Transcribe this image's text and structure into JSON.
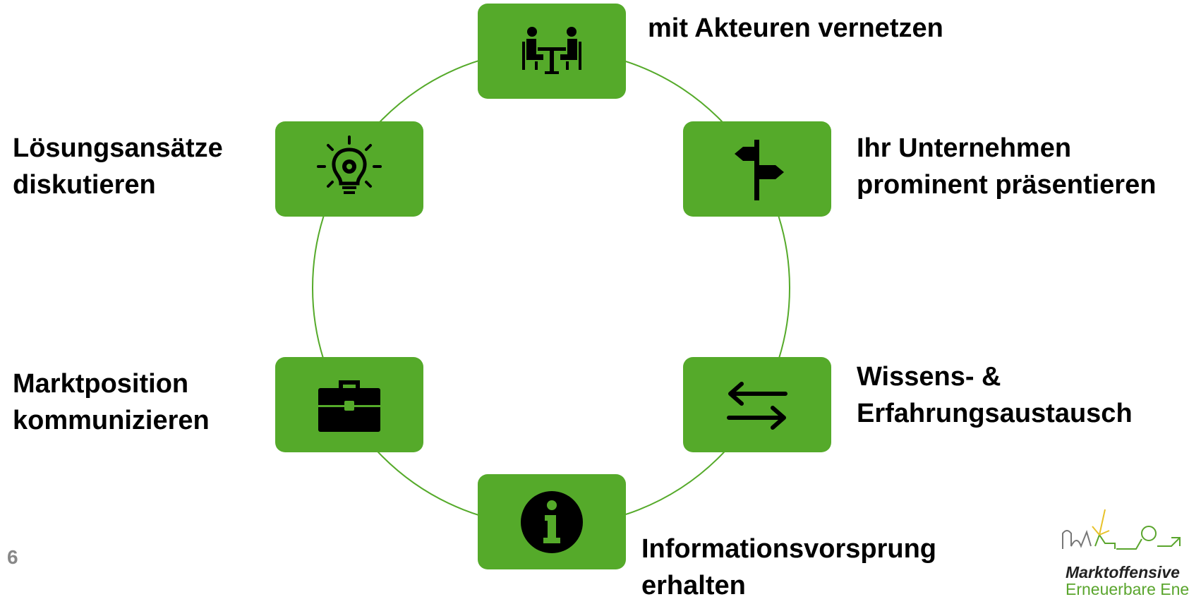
{
  "nodes": [
    {
      "id": "network",
      "label_lines": [
        "mit Akteuren vernetzen"
      ],
      "icon": "meeting-icon"
    },
    {
      "id": "present",
      "label_lines": [
        "Ihr Unternehmen",
        "prominent präsentieren"
      ],
      "icon": "signpost-icon"
    },
    {
      "id": "exchange",
      "label_lines": [
        "Wissens- &",
        "Erfahrungsaustausch"
      ],
      "icon": "exchange-arrows-icon"
    },
    {
      "id": "information",
      "label_lines": [
        "Informationsvorsprung",
        "erhalten"
      ],
      "icon": "info-icon"
    },
    {
      "id": "market",
      "label_lines": [
        "Marktposition",
        "kommunizieren"
      ],
      "icon": "briefcase-icon"
    },
    {
      "id": "solutions",
      "label_lines": [
        "Lösungsansätze",
        "diskutieren"
      ],
      "icon": "lightbulb-gear-icon"
    }
  ],
  "page_number": "6",
  "logo": {
    "line1": "Marktoffensive",
    "line2": "Erneuerbare Ene"
  },
  "colors": {
    "box": "#55aa2a",
    "ring": "#55aa2a",
    "text": "#000000",
    "page_number": "#888888"
  }
}
